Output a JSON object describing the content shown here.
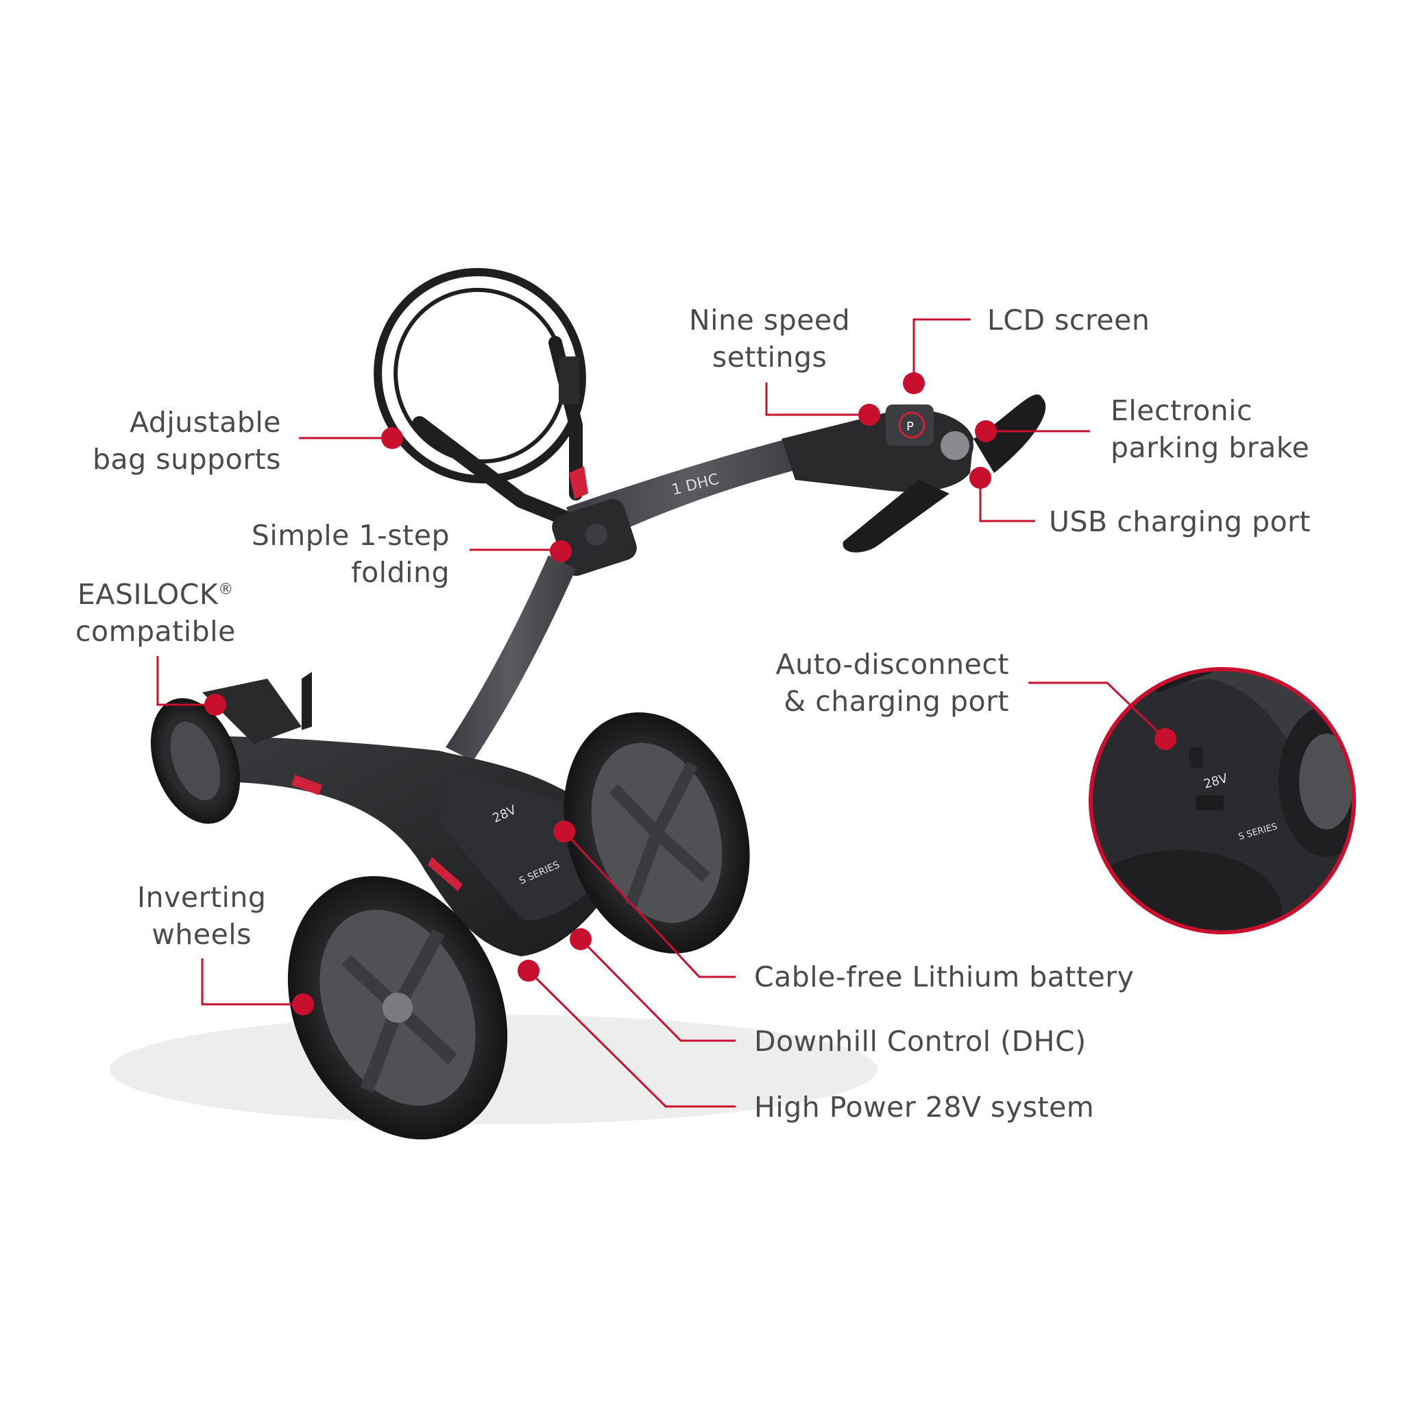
{
  "colors": {
    "accent": "#c8102e",
    "text": "#4a4a4a",
    "cart_body": "#2b2b2d",
    "cart_frame": "#4a4b4f",
    "tyre": "#1f1f21",
    "hub": "#58595d"
  },
  "cart_branding": {
    "shaft_model": "1 DHC",
    "battery_voltage": "28V",
    "series": "S SERIES"
  },
  "callouts": [
    {
      "id": "adjustable-bag-supports",
      "lines": [
        "Adjustable",
        "bag supports"
      ]
    },
    {
      "id": "simple-folding",
      "lines": [
        "Simple 1-step",
        "folding"
      ]
    },
    {
      "id": "easilock",
      "lines": [
        "EASILOCK",
        "compatible"
      ],
      "mark": "®"
    },
    {
      "id": "inverting-wheels",
      "lines": [
        "Inverting",
        "wheels"
      ]
    },
    {
      "id": "nine-speed",
      "lines": [
        "Nine speed",
        "settings"
      ]
    },
    {
      "id": "lcd-screen",
      "lines": [
        "LCD screen"
      ]
    },
    {
      "id": "parking-brake",
      "lines": [
        "Electronic",
        "parking brake"
      ]
    },
    {
      "id": "usb-port",
      "lines": [
        "USB charging port"
      ]
    },
    {
      "id": "auto-disconnect",
      "lines": [
        "Auto-disconnect",
        "& charging port"
      ]
    },
    {
      "id": "lithium-battery",
      "lines": [
        "Cable-free Lithium battery"
      ]
    },
    {
      "id": "dhc",
      "lines": [
        "Downhill Control (DHC)"
      ]
    },
    {
      "id": "high-power",
      "lines": [
        "High Power 28V system"
      ]
    }
  ]
}
